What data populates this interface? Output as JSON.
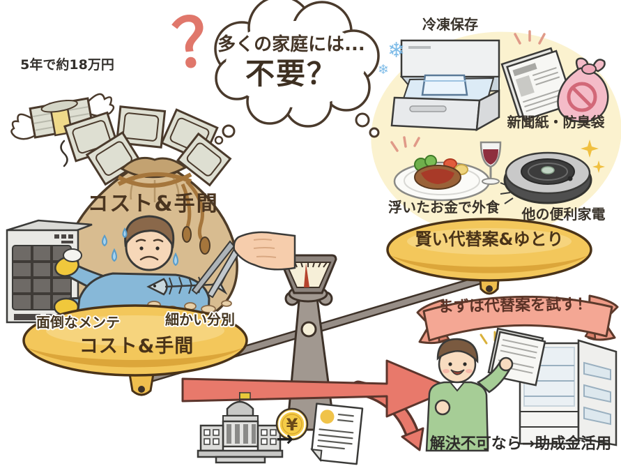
{
  "thought": {
    "question_mark": "？",
    "line1": "多くの家庭には...",
    "line2": "不要？"
  },
  "cost_side": {
    "flying_cost": "5年で約18万円",
    "bag_label": "コスト&手間",
    "pan_maintenance": "面倒なメンテ",
    "pan_sorting": "細かい分別",
    "pan_label": "コスト&手間"
  },
  "alternative_side": {
    "freezer": "冷凍保存",
    "newspaper_bag": "新聞紙・防臭袋",
    "eating_out": "浮いたお金で外食",
    "other_appliances": "他の便利家電",
    "pan_label": "賢い代替案&ゆとり",
    "snowflake": "❄"
  },
  "conclusion": {
    "ribbon": "まずは代替案を試す！",
    "fallback": "解決不可なら→助成金活用",
    "coin_symbol": "¥",
    "flow_arrow": "→"
  },
  "colors": {
    "accent_salmon": "#E8796B",
    "ribbon_pink": "#F4A794",
    "pan_gold": "#F3C75B",
    "blob_yellow": "#FBF2CF",
    "bag_tan": "#D8BC90",
    "text_brown": "#3E3228"
  }
}
